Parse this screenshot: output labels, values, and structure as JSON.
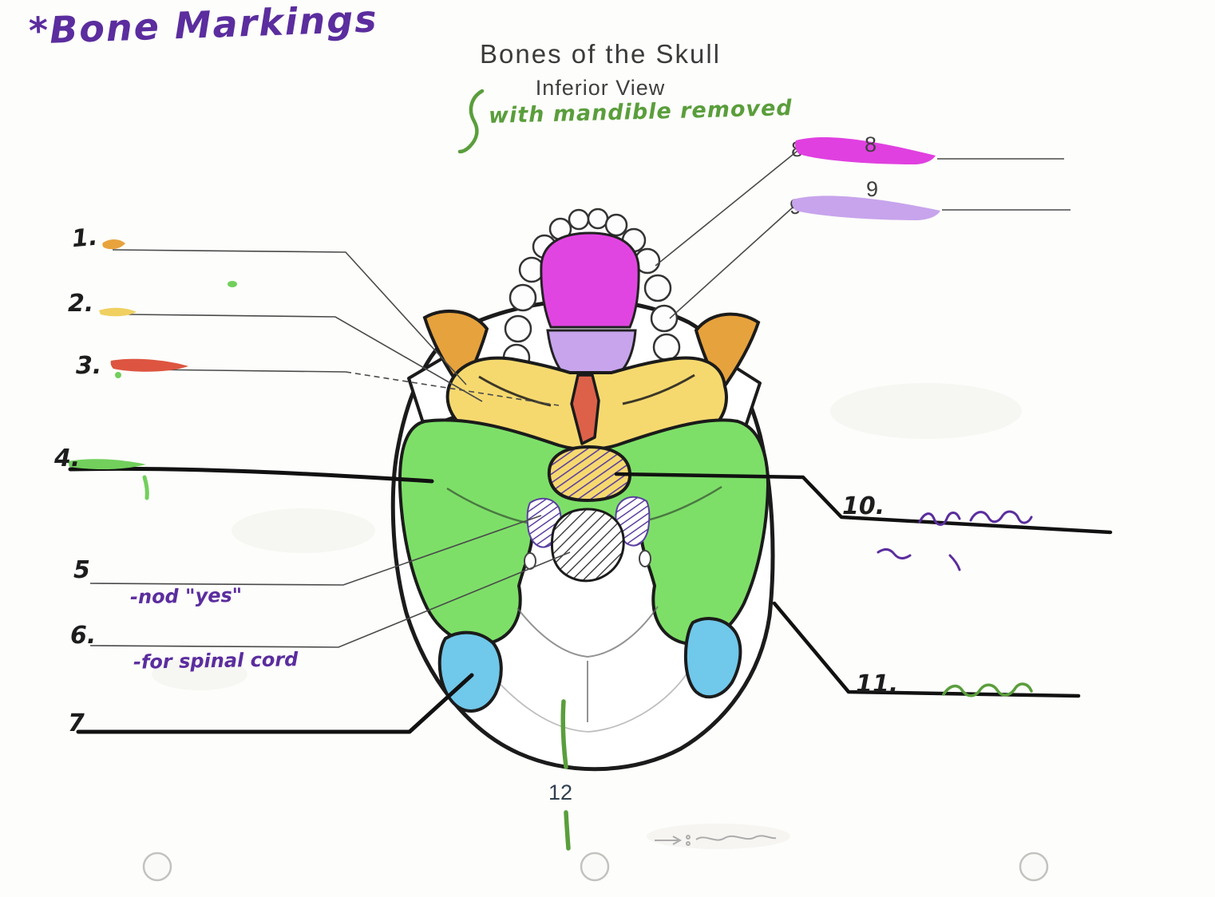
{
  "annotations": {
    "handwritten_title": "*Bone Markings",
    "label5_note": "-nod \"yes\"",
    "label6_note": "-for spinal cord"
  },
  "diagram": {
    "title": "Bones of the Skull",
    "subtitle": "Inferior View",
    "handwritten_note": "with mandible removed"
  },
  "labels": {
    "l1": "1.",
    "l2": "2.",
    "l3": "3.",
    "l4": "4.",
    "l5": "5",
    "l6": "6.",
    "l7": "7",
    "l8": "8",
    "l8_hidden": "8",
    "l9": "9",
    "l9_hidden": "9",
    "l10": "10.",
    "l11": "11.",
    "l12": "12"
  },
  "colors": {
    "palate_magenta": "#e145e1",
    "palatine_lavender": "#c7a4ec",
    "sphenoid_yellow": "#f6d96e",
    "vomer_red": "#dd6149",
    "temporal_green": "#7ddf68",
    "zygomatic_orange": "#e6a23c",
    "mastoid_blue": "#70c8ea",
    "hatch_purple": "#5b3fa0",
    "ink_purple": "#5b2d9e",
    "ink_green": "#5a9e3c",
    "highlight_red": "#dd5540",
    "highlight_yellow": "#f0d060",
    "highlight_orange": "#e8a33d",
    "highlight_green": "#72cf5c",
    "swoosh_magenta": "#e040e0",
    "swoosh_lavender": "#c7a4ec"
  }
}
